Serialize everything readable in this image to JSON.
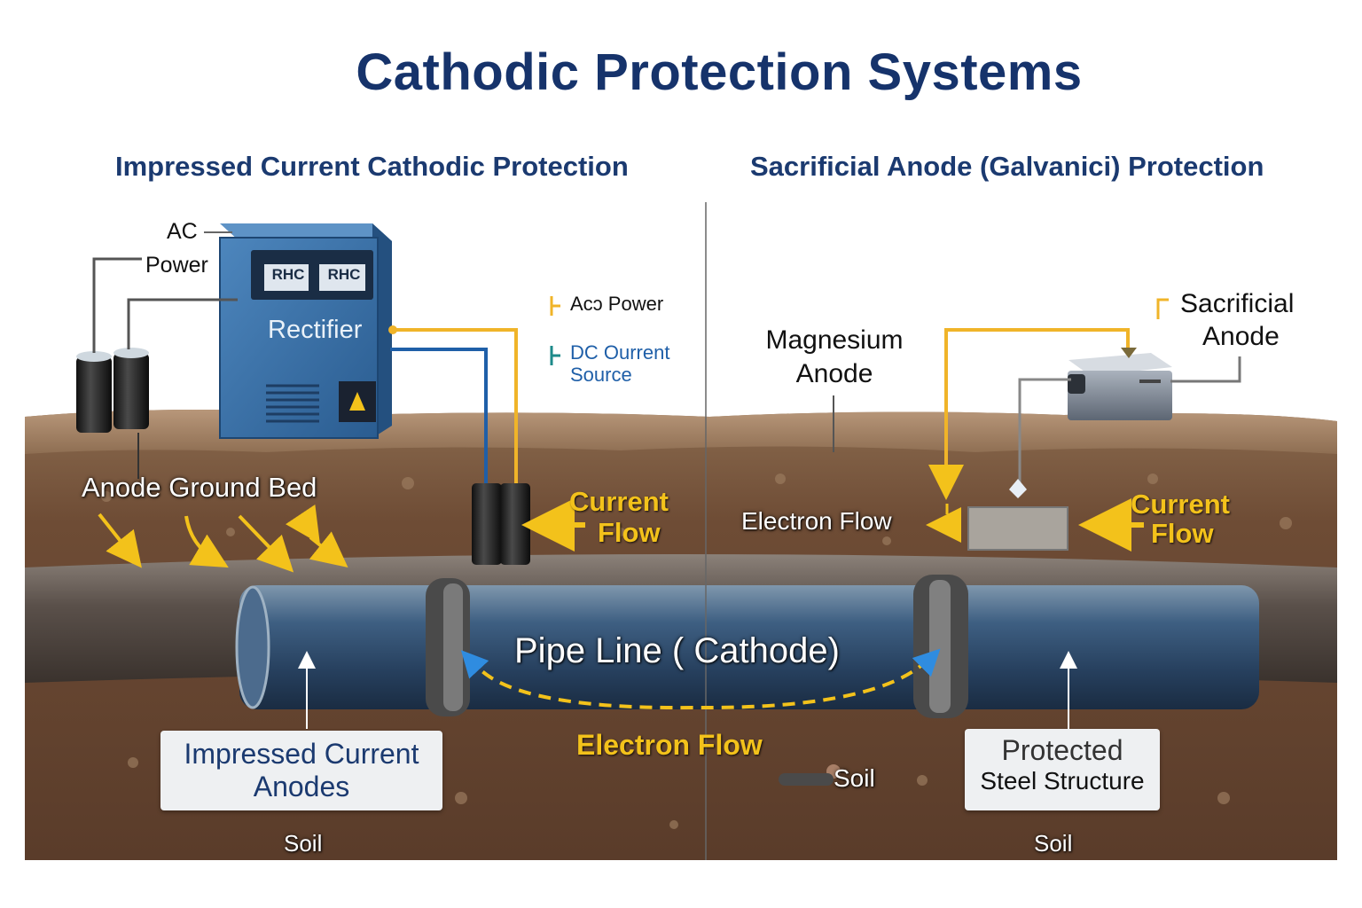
{
  "title": "Cathodic Protection Systems",
  "left": {
    "heading": "Impressed Current Cathodic Protection",
    "ac_power": [
      "AC",
      "Power"
    ],
    "rectifier": "Rectifier",
    "meter_left": "RHC",
    "meter_right": "RHC",
    "legend_ac": "Acɔ Power",
    "legend_dc": [
      "DC Ourrent",
      "Source"
    ],
    "anode_ground_bed": "Anode Ground Bed",
    "current_flow": [
      "Current",
      "Flow"
    ],
    "anodes_box": [
      "Impressed Current",
      "Anodes"
    ],
    "soil": "Soil"
  },
  "right": {
    "heading": "Sacrificial Anode (Galvanici) Protection",
    "magnesium_anode": [
      "Magnesium",
      "Anode"
    ],
    "sacrificial_anode": [
      "Sacrificial",
      "Anode"
    ],
    "electron_flow": "Electron Flow",
    "current_flow": [
      "Current",
      "Flow"
    ],
    "protected_box": [
      "Protected",
      "Steel Structure"
    ],
    "soil_mid": "Soil",
    "soil": "Soil"
  },
  "pipe": {
    "label": "Pipe Line ( Cathode)",
    "electron_flow": "Electron Flow"
  },
  "colors": {
    "title": "#16336b",
    "heading": "#1b3a70",
    "wire_yellow": "#f0b429",
    "wire_blue": "#1f5fa8",
    "rectifier": "#2f6aa3",
    "soil": "#6b4a33",
    "pipe": "#2c4a6e",
    "flow_yellow": "#f3c21b"
  },
  "icons": [
    "warning-icon",
    "wire-icon",
    "arrow-icon"
  ]
}
